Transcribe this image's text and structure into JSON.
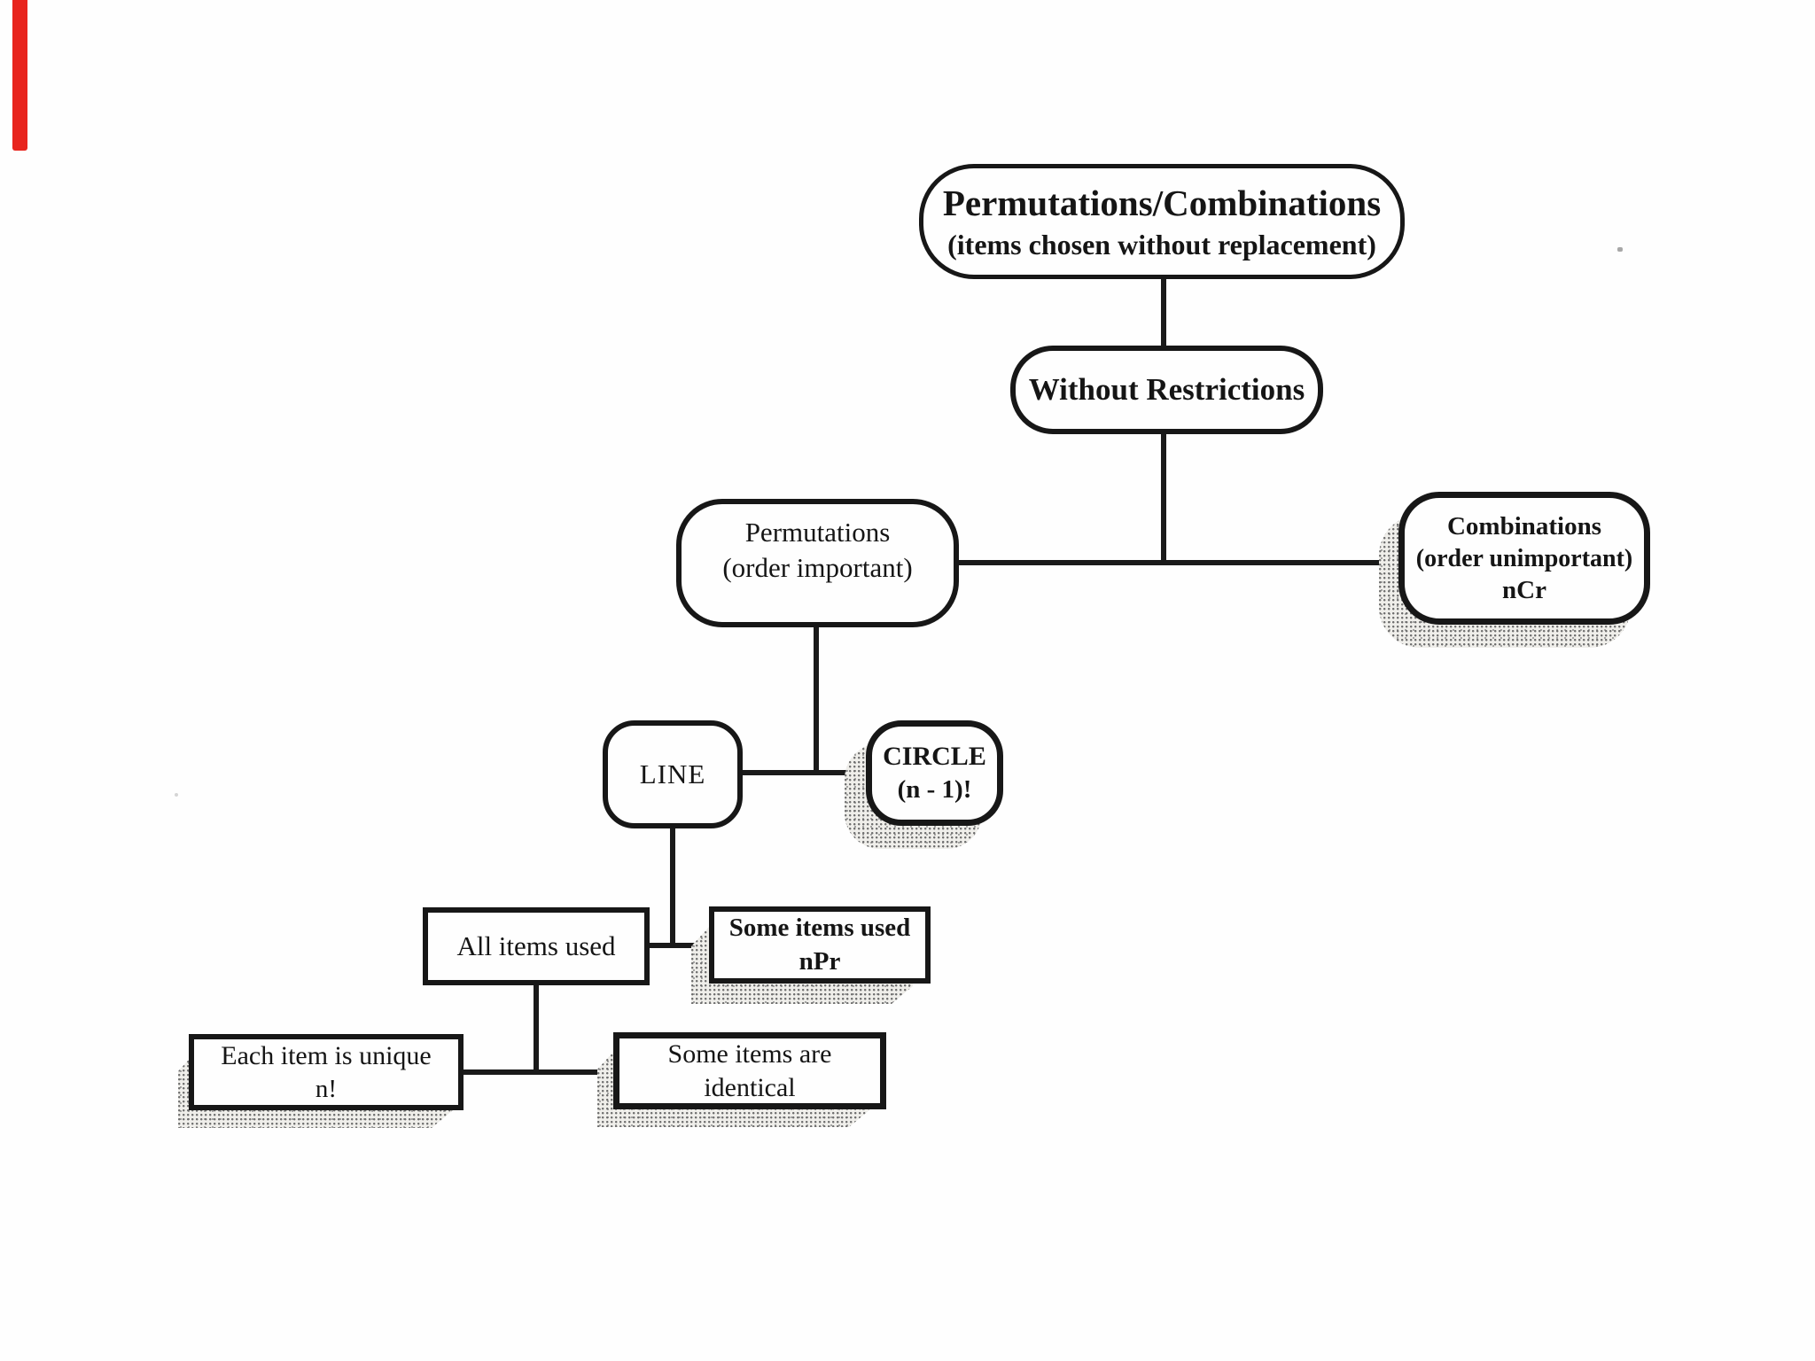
{
  "page": {
    "kind": "scanned flowchart page",
    "background_color": "#fefefe",
    "ink_color": "#1a1a1a",
    "artifact_red_bar_color": "#e8241d"
  },
  "diagram": {
    "nodes": {
      "root": {
        "line1": "Permutations/Combinations",
        "line2": "(items chosen without replacement)"
      },
      "without_restrictions": {
        "line1": "Without Restrictions"
      },
      "permutations": {
        "line1": "Permutations",
        "line2": "(order important)"
      },
      "combinations": {
        "line1": "Combinations",
        "line2": "(order unimportant)",
        "line3": "nCr"
      },
      "line_node": {
        "line1": "LINE"
      },
      "circle_node": {
        "line1": "CIRCLE",
        "line2": "(n - 1)!"
      },
      "all_items_used": {
        "line1": "All items used"
      },
      "some_items_used": {
        "line1": "Some items used",
        "line2": "nPr"
      },
      "each_item_unique": {
        "line1": "Each item is unique",
        "line2": "n!"
      },
      "some_items_identical": {
        "line1": "Some items are",
        "line2": "identical"
      }
    },
    "edges": [
      "root - without_restrictions",
      "without_restrictions - permutations",
      "without_restrictions - combinations",
      "permutations - line_node",
      "permutations - circle_node",
      "line_node - all_items_used",
      "line_node - some_items_used",
      "all_items_used - each_item_unique",
      "all_items_used - some_items_identical"
    ]
  }
}
